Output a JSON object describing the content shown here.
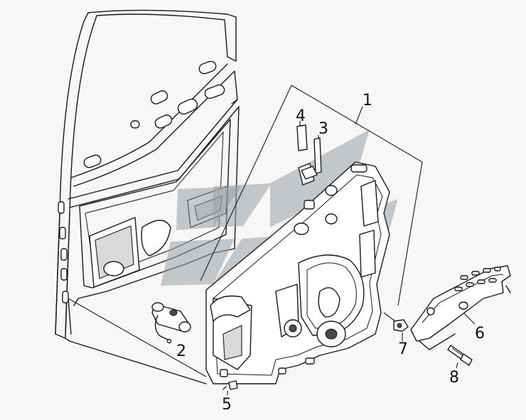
{
  "diagram": {
    "callouts": [
      {
        "id": "1",
        "label": "1"
      },
      {
        "id": "2",
        "label": "2"
      },
      {
        "id": "3",
        "label": "3"
      },
      {
        "id": "4",
        "label": "4"
      },
      {
        "id": "5",
        "label": "5"
      },
      {
        "id": "6",
        "label": "6"
      },
      {
        "id": "7",
        "label": "7"
      },
      {
        "id": "8",
        "label": "8"
      }
    ],
    "parts": [
      "door-frame",
      "window-regulator-assembly",
      "actuator-motor",
      "guide-strip-3",
      "guide-strip-4",
      "clip",
      "bracket",
      "nut",
      "bolt"
    ],
    "watermark": "logo"
  }
}
